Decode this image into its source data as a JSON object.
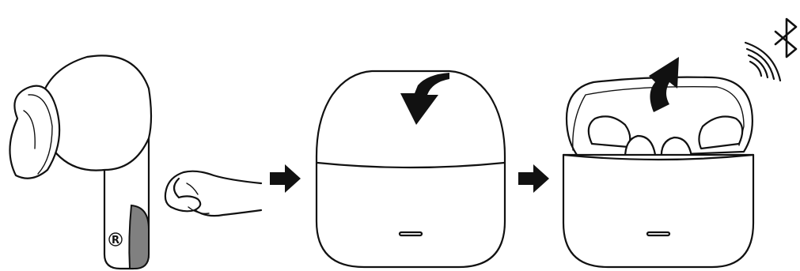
{
  "steps": [
    {
      "id": "remove-film",
      "marker": "R"
    },
    {
      "id": "close-case"
    },
    {
      "id": "open-case-pair"
    }
  ],
  "colors": {
    "line": "#111111",
    "film": "#808080",
    "background": "#ffffff"
  },
  "icons": [
    "earbud-icon",
    "hand-icon",
    "arrow-right-icon",
    "charging-case-closed-icon",
    "curved-arrow-down-icon",
    "charging-case-open-icon",
    "curved-arrow-up-icon",
    "wireless-signal-icon",
    "bluetooth-icon"
  ]
}
